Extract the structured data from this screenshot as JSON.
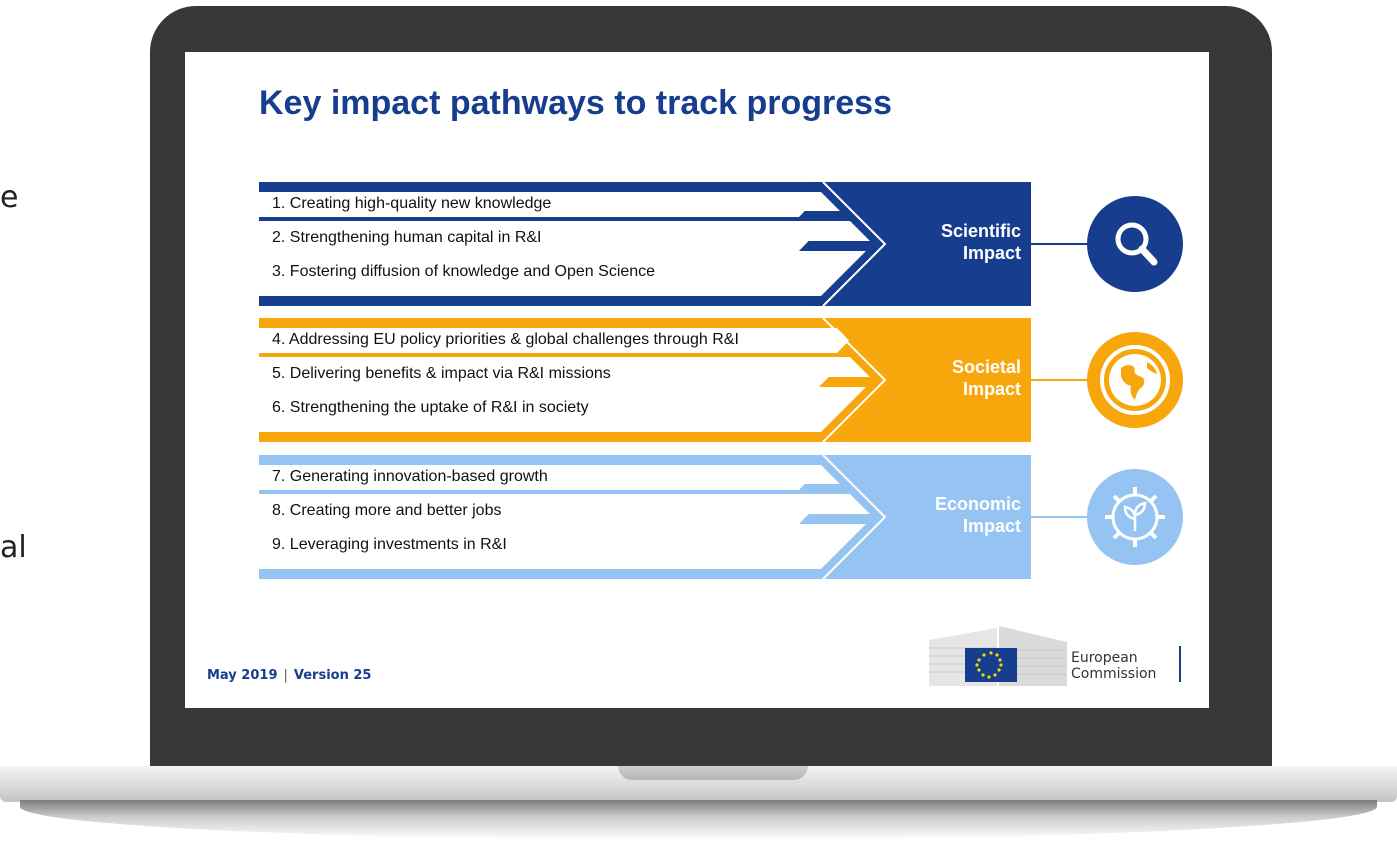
{
  "edge_text": [
    "e",
    "al"
  ],
  "slide": {
    "title": "Key impact pathways to track progress",
    "footer": {
      "date": "May 2019",
      "version": "Version 25"
    },
    "logo": {
      "line1": "European",
      "line2": "Commission"
    }
  },
  "pathways": [
    {
      "label_line1": "Scientific",
      "label_line2": "Impact",
      "color": "#163d8e",
      "icon": "search-icon",
      "items": [
        "1. Creating high-quality new knowledge",
        "2. Strengthening human capital in R&I",
        "3. Fostering diffusion of knowledge and Open Science"
      ]
    },
    {
      "label_line1": "Societal",
      "label_line2": "Impact",
      "color": "#f7a70c",
      "icon": "globe-icon",
      "items": [
        "4. Addressing EU policy priorities & global challenges through R&I",
        "5. Delivering benefits & impact via R&I missions",
        "6. Strengthening the uptake of R&I in society"
      ]
    },
    {
      "label_line1": "Economic",
      "label_line2": "Impact",
      "color": "#95c4f2",
      "icon": "gear-sprout-icon",
      "items": [
        "7. Generating innovation-based growth",
        "8. Creating more and better jobs",
        "9. Leveraging investments in R&I"
      ]
    }
  ]
}
